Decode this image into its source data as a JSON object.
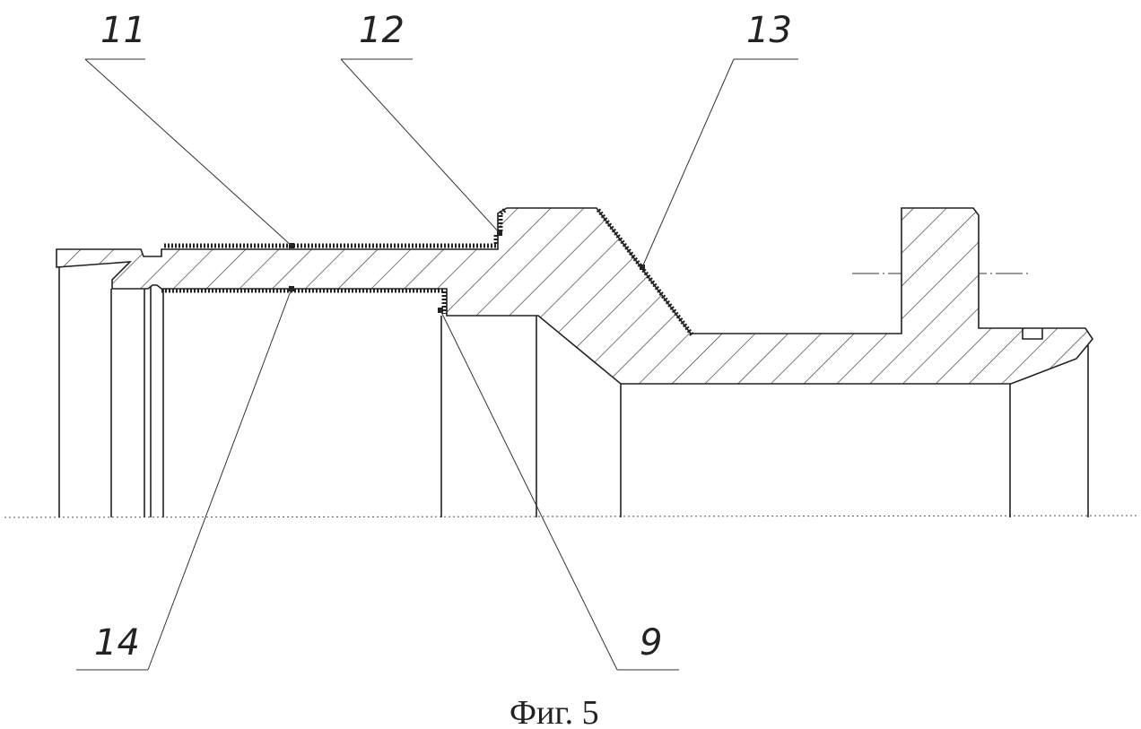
{
  "labels": {
    "l11": "11",
    "l12": "12",
    "l13": "13",
    "l14": "14",
    "l9": "9"
  },
  "caption": "Фиг. 5"
}
